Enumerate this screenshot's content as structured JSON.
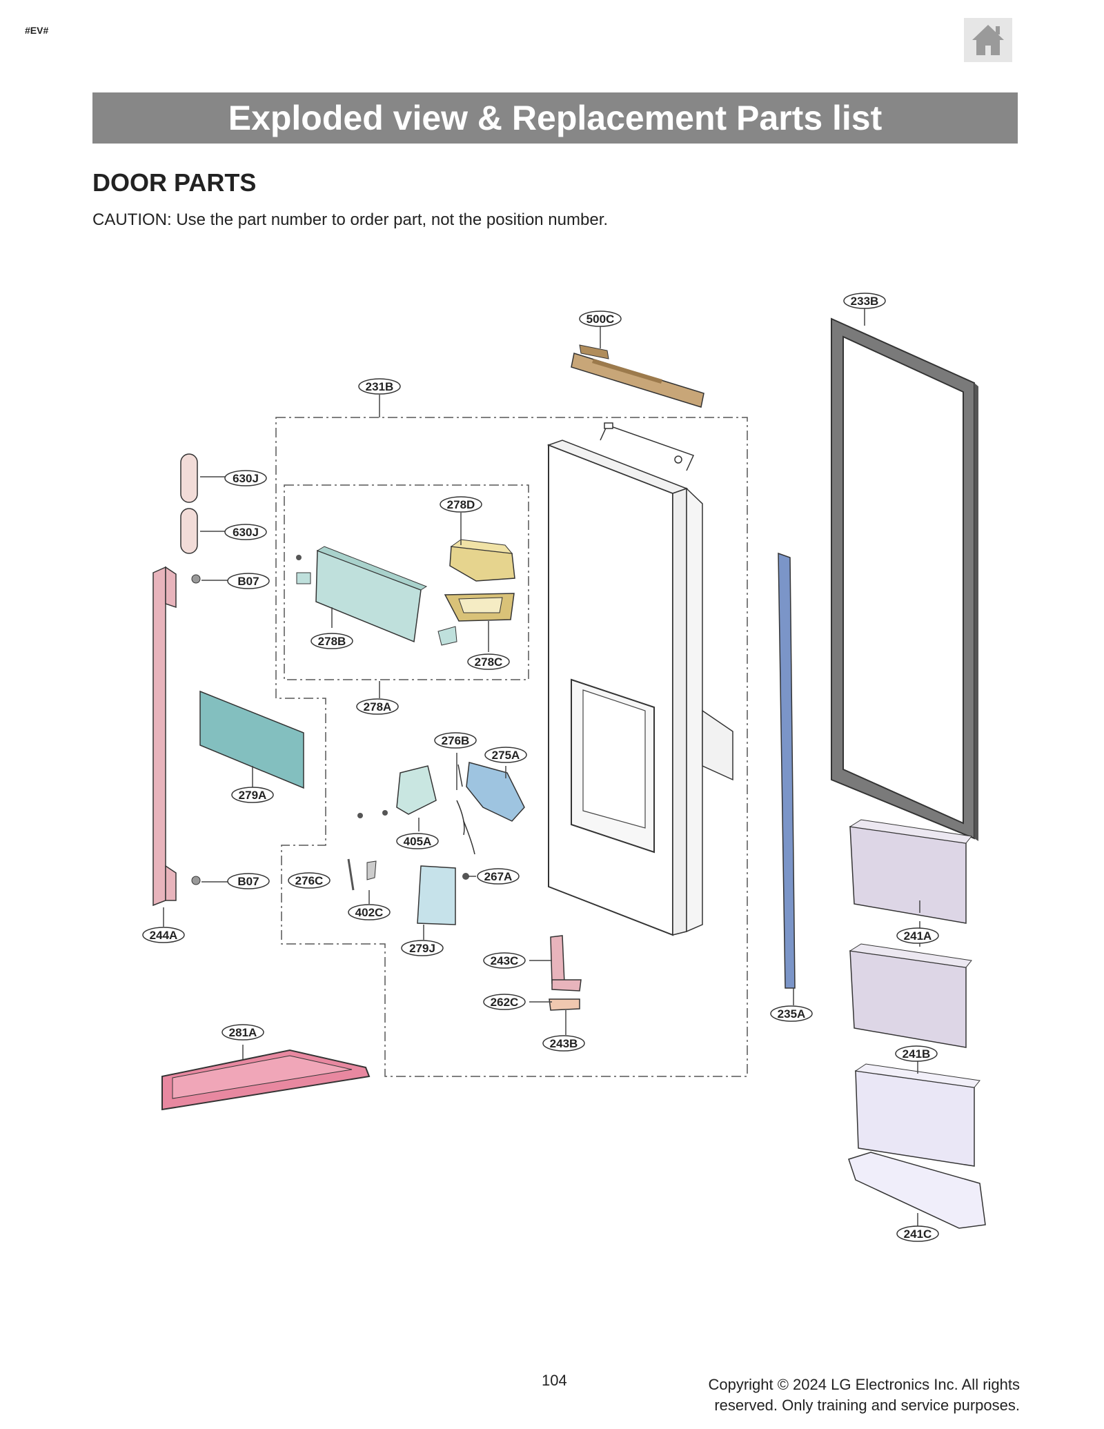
{
  "doc_tag": "#EV#",
  "icons": {
    "home": "home-icon"
  },
  "header": {
    "title": "Exploded view & Replacement Parts list"
  },
  "section": {
    "title": "DOOR PARTS",
    "caution": "CAUTION: Use the part number to order part, not the position number."
  },
  "callouts": {
    "c233B": "233B",
    "c500C": "500C",
    "c231B": "231B",
    "c630J_1": "630J",
    "c630J_2": "630J",
    "c278D": "278D",
    "cB07_1": "B07",
    "c278B": "278B",
    "c278C": "278C",
    "c278A": "278A",
    "c276B": "276B",
    "c275A": "275A",
    "c279A": "279A",
    "c405A": "405A",
    "cB07_2": "B07",
    "c276C": "276C",
    "c267A": "267A",
    "c402C": "402C",
    "c244A": "244A",
    "c279J": "279J",
    "c241A": "241A",
    "c243C": "243C",
    "c262C": "262C",
    "c235A": "235A",
    "c281A": "281A",
    "c243B": "243B",
    "c241B": "241B",
    "c241C": "241C"
  },
  "colors": {
    "title_bar": "#878787",
    "handle": "#e8b4bc",
    "panel": "#83bfbf",
    "tray": "#e888a0",
    "gasket": "#6e6e6e",
    "cover": "#c8a678",
    "housing": "#e6d48e",
    "bracket": "#bfe0dc",
    "gasket_strip": "#7b95c8",
    "bin": "#ddd6e6"
  },
  "footer": {
    "page_number": "104",
    "copyright_line1": "Copyright © 2024 LG Electronics Inc. All rights",
    "copyright_line2": "reserved. Only training and service purposes."
  }
}
